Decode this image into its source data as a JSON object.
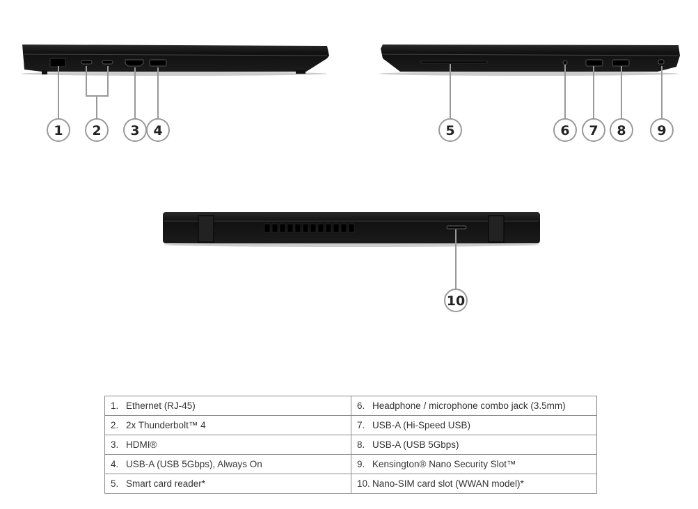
{
  "callouts": [
    "1",
    "2",
    "3",
    "4",
    "5",
    "6",
    "7",
    "8",
    "9",
    "10"
  ],
  "legend": [
    {
      "num": "1.",
      "label": "Ethernet (RJ-45)"
    },
    {
      "num": "2.",
      "label": "2x Thunderbolt™ 4"
    },
    {
      "num": "3.",
      "label": "HDMI®"
    },
    {
      "num": "4.",
      "label": "USB-A (USB 5Gbps), Always On"
    },
    {
      "num": "5.",
      "label": "Smart card reader*"
    },
    {
      "num": "6.",
      "label": "Headphone / microphone combo jack (3.5mm)"
    },
    {
      "num": "7.",
      "label": "USB-A (Hi-Speed USB)"
    },
    {
      "num": "8.",
      "label": "USB-A (USB 5Gbps)"
    },
    {
      "num": "9.",
      "label": "Kensington® Nano Security Slot™"
    },
    {
      "num": "10.",
      "label": "Nano-SIM card slot (WWAN model)*"
    }
  ]
}
